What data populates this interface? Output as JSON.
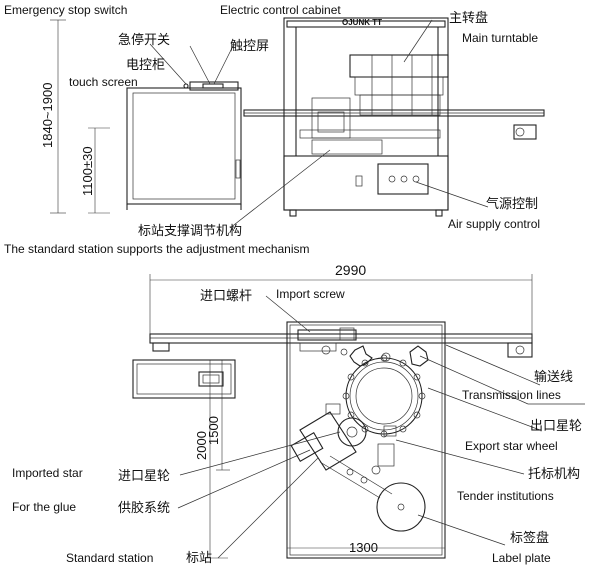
{
  "figure": {
    "labels": {
      "emergency_stop_en": "Emergency stop switch",
      "emergency_stop_cn": "急停开关",
      "control_cabinet_en": "Electric control cabinet",
      "control_cabinet_cn": "电控柜",
      "touch_screen_en": "touch screen",
      "touch_screen_cn": "触控屏",
      "main_turntable_cn": "主转盘",
      "main_turntable_en": "Main turntable",
      "air_supply_cn": "气源控制",
      "air_supply_en": "Air supply control",
      "station_support_cn": "标站支撑调节机构",
      "station_support_en": "The standard station supports the adjustment mechanism",
      "import_screw_cn": "进口螺杆",
      "import_screw_en": "Import screw",
      "transmission_cn": "输送线",
      "transmission_en": "Transmission lines",
      "export_star_cn": "出口星轮",
      "export_star_en": "Export star wheel",
      "tender_cn": "托标机构",
      "tender_en": "Tender institutions",
      "label_plate_cn": "标签盘",
      "label_plate_en": "Label plate",
      "imported_star_en": "Imported star",
      "imported_star_cn": "进口星轮",
      "glue_en": "For the glue",
      "glue_cn": "供胶系统",
      "standard_station_en": "Standard station",
      "standard_station_cn": "标站",
      "brand_text": "OJUNK TT"
    },
    "dimensions": {
      "height_range": "1840~1900",
      "table_height": "1100±30",
      "total_length": "2990",
      "depth": "2000",
      "frame_depth": "1500",
      "frame_width": "1300"
    }
  }
}
